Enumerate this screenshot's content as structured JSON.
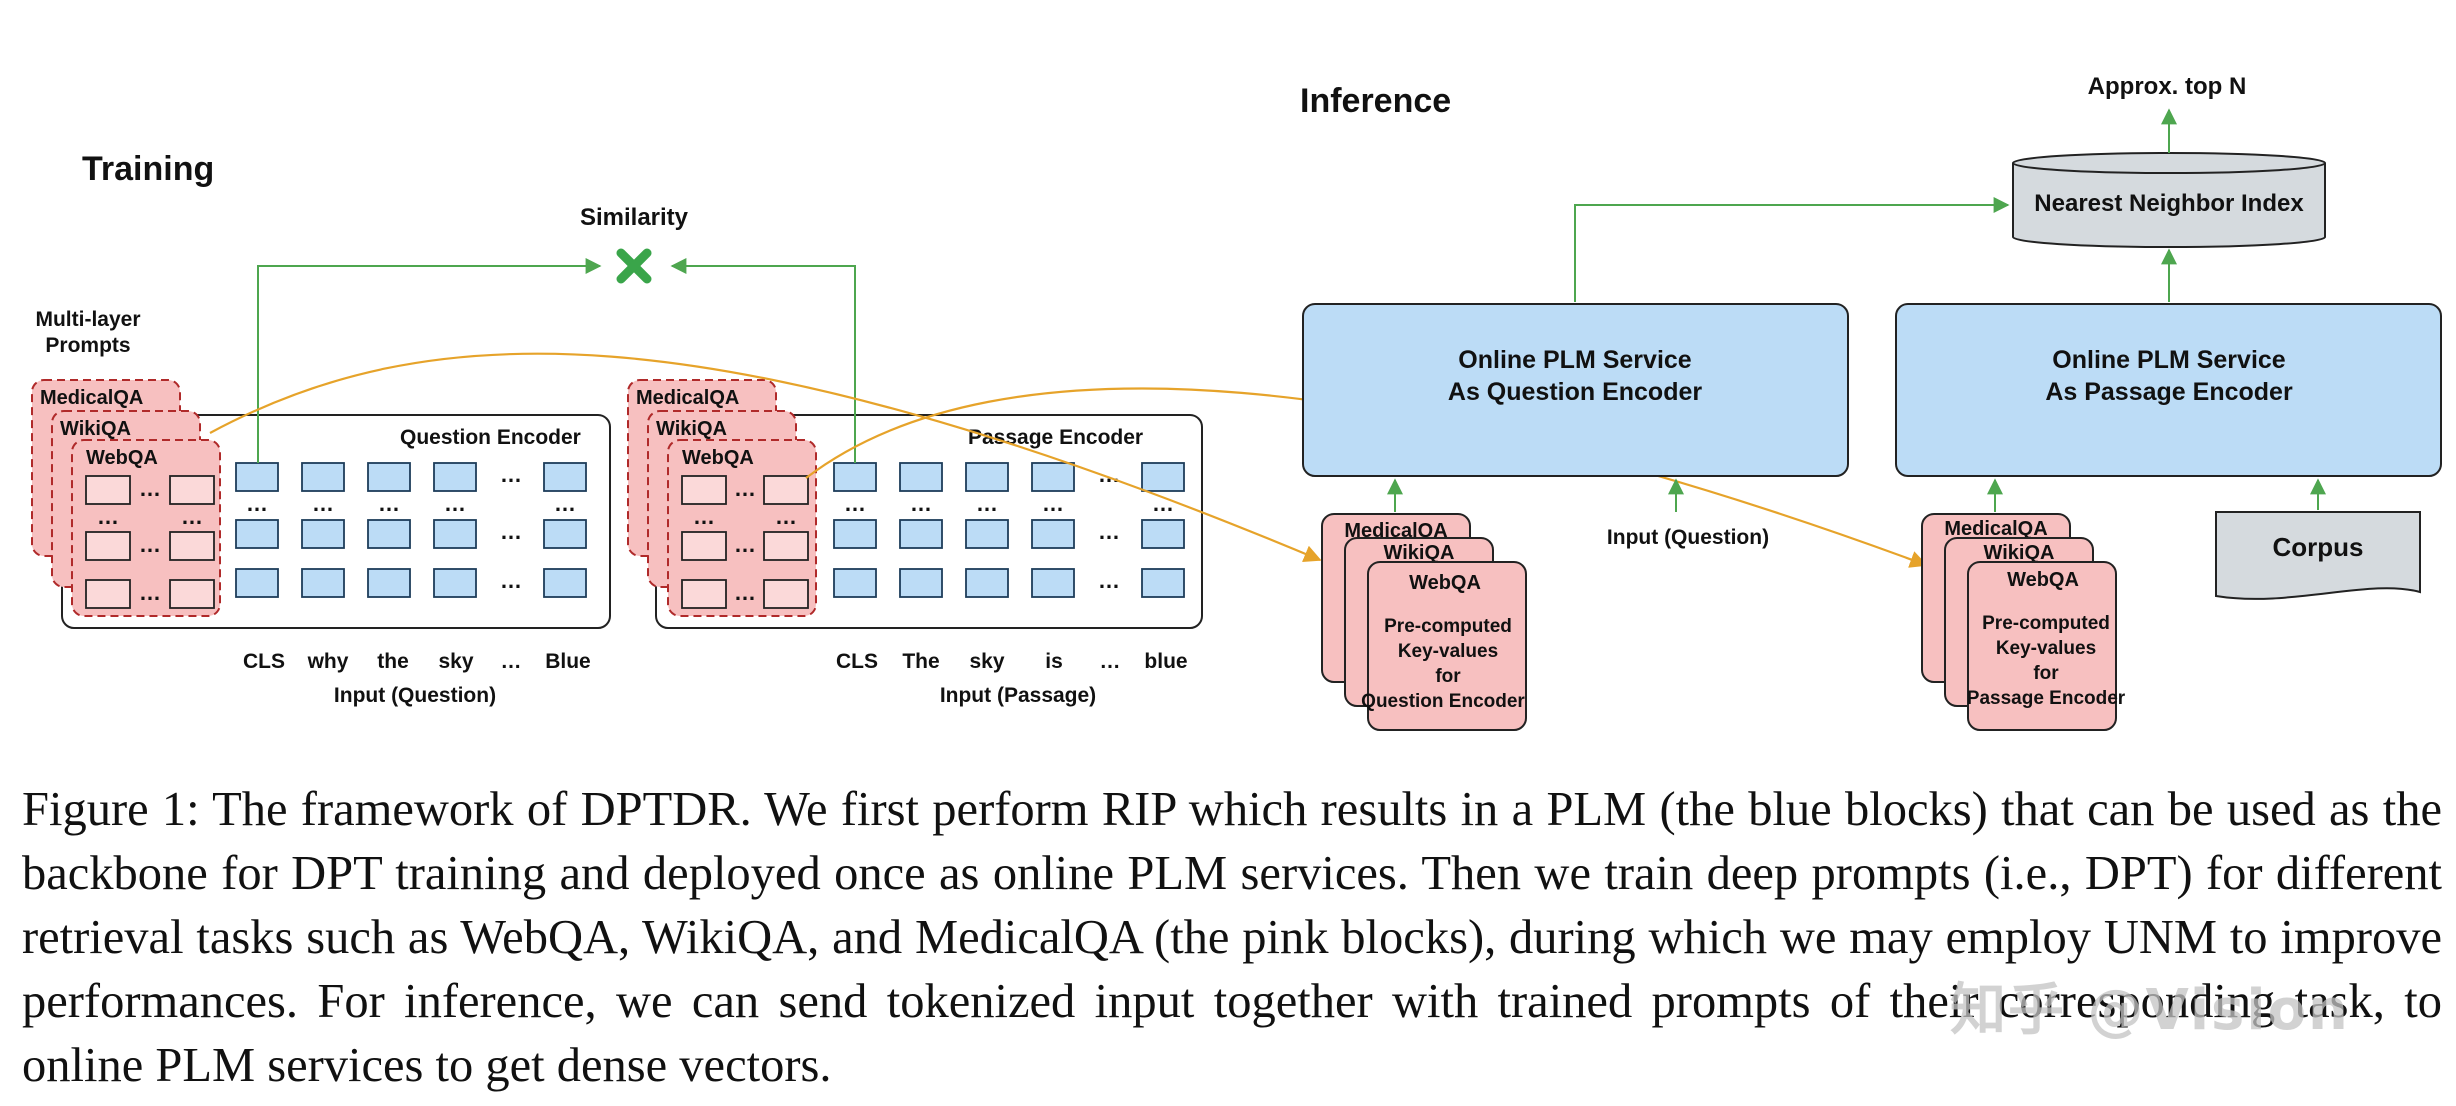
{
  "training": {
    "title": "Training",
    "multi_layer_prompts": [
      "Multi-layer",
      "Prompts"
    ],
    "similarity": "Similarity",
    "prompt_tasks": [
      "MedicalQA",
      "WikiQA",
      "WebQA"
    ],
    "question_encoder": "Question Encoder",
    "passage_encoder": "Passage Encoder",
    "ellipsis": "…",
    "question_tokens": [
      "CLS",
      "why",
      "the",
      "sky",
      "…",
      "Blue"
    ],
    "question_input": "Input (Question)",
    "passage_tokens": [
      "CLS",
      "The",
      "sky",
      "is",
      "…",
      "blue"
    ],
    "passage_input": "Input (Passage)"
  },
  "inference": {
    "title": "Inference",
    "top_n": "Approx. top N",
    "nn_index": "Nearest Neighbor Index",
    "question_service": [
      "Online PLM Service",
      "As Question Encoder"
    ],
    "passage_service": [
      "Online PLM Service",
      "As Passage Encoder"
    ],
    "input_question": "Input (Question)",
    "corpus": "Corpus",
    "precomputed_question": [
      "Pre-computed",
      "Key-values",
      "for",
      "Question Encoder"
    ],
    "precomputed_passage": [
      "Pre-computed",
      "Key-values",
      "for",
      "Passage Encoder"
    ]
  },
  "caption": "Figure 1: The framework of DPTDR. We first perform RIP which results in a PLM (the blue blocks) that can be used as the backbone for DPT training and deployed once as online PLM services. Then we train deep prompts (i.e., DPT) for different retrieval tasks such as WebQA, WikiQA, and MedicalQA (the pink blocks), during which we may employ UNM to improve performances. For inference, we can send tokenized input together with trained prompts of their corresponding task, to online PLM services to get dense vectors.",
  "watermark": "知乎 @Vision",
  "colors": {
    "plm_blue": "#bcdcf6",
    "prompt_pink": "#f7c0c0",
    "arrow_green": "#4ea64f",
    "arrow_orange": "#e6a32a",
    "similarity_green": "#3aa54a",
    "index_gray": "#d5dade"
  }
}
